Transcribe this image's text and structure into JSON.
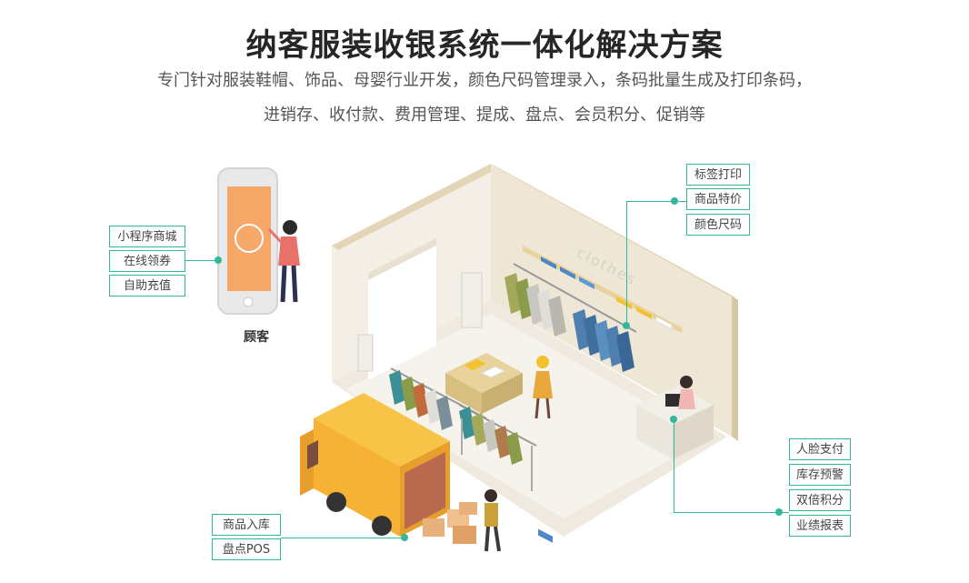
{
  "heading": {
    "title": "纳客服装收银系统一体化解决方案",
    "subtitle_line1": "专门针对服装鞋帽、饰品、母婴行业开发，颜色尺码管理录入，条码批量生成及打印条码，",
    "subtitle_line2": "进销存、收付款、费用管理、提成、盘点、会员积分、促销等"
  },
  "customer": {
    "label": "顾客",
    "features": [
      "小程序商城",
      "在线领券",
      "自助充值"
    ]
  },
  "shelf_features": [
    "标签打印",
    "商品特价",
    "颜色尺码"
  ],
  "cashier_features": [
    "人脸支付",
    "库存预警",
    "双倍积分",
    "业绩报表"
  ],
  "warehouse_features": [
    "商品入库",
    "盘点POS"
  ],
  "store_sign": "clothes",
  "colors": {
    "accent": "#2fb99a",
    "title": "#262626",
    "subtitle": "#555555"
  }
}
